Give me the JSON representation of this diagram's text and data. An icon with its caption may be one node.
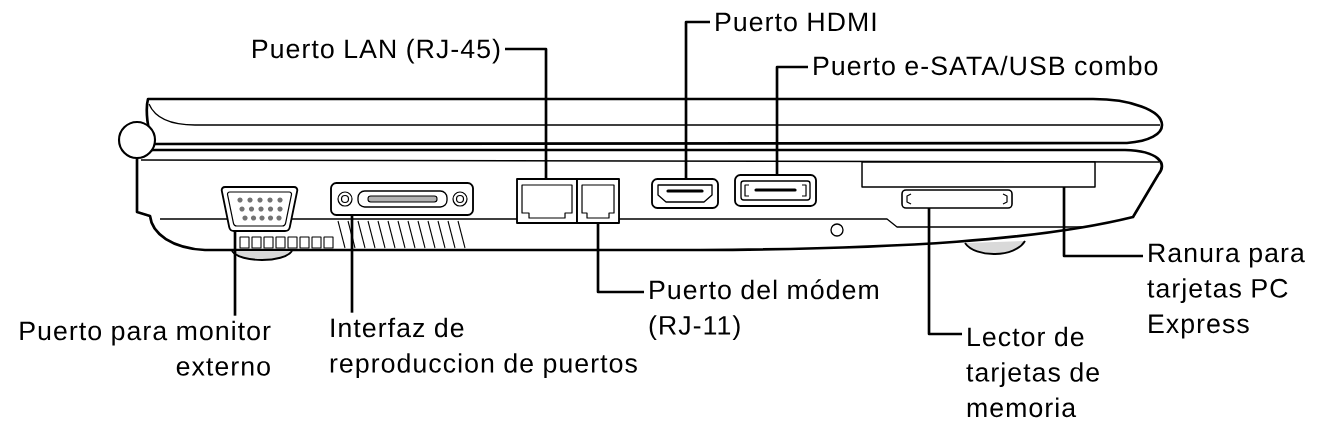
{
  "diagram": {
    "nodes": [
      {
        "text": [
          "Puerto LAN (RJ-45)"
        ]
      },
      {
        "text": [
          "Puerto HDMI"
        ]
      },
      {
        "text": [
          "Puerto e-SATA/USB combo"
        ]
      },
      {
        "text": [
          "Puerto para monitor externo"
        ]
      },
      {
        "text": [
          "Interfaz de reproduccion de puertos"
        ]
      },
      {
        "text": [
          "Puerto del módem (RJ-11)"
        ]
      },
      {
        "text": [
          "Lector de tarjetas de memoria"
        ]
      },
      {
        "text": [
          "Ranura para tarjetas PC Express"
        ]
      },
      {
        "text": [],
        "shape": "picture"
      },
      {
        "text": [],
        "shape": "picture"
      },
      {
        "text": [],
        "shape": "picture"
      },
      {
        "text": [],
        "shape": "picture"
      },
      {
        "text": [],
        "shape": "picture"
      },
      {
        "text": [],
        "shape": "picture"
      },
      {
        "text": [],
        "shape": "box"
      },
      {
        "text": [],
        "shape": "picture"
      }
    ],
    "edges": [
      {
        "from": 0,
        "to": 10,
        "arrow": "none"
      },
      {
        "from": 1,
        "to": 12,
        "arrow": "none"
      },
      {
        "from": 2,
        "to": 13,
        "arrow": "none"
      },
      {
        "from": 3,
        "to": 8,
        "arrow": "none"
      },
      {
        "from": 4,
        "to": 9,
        "arrow": "none"
      },
      {
        "from": 5,
        "to": 11,
        "arrow": "none"
      },
      {
        "from": 6,
        "to": 15,
        "arrow": "none"
      },
      {
        "from": 7,
        "to": 14,
        "arrow": "none"
      }
    ]
  }
}
